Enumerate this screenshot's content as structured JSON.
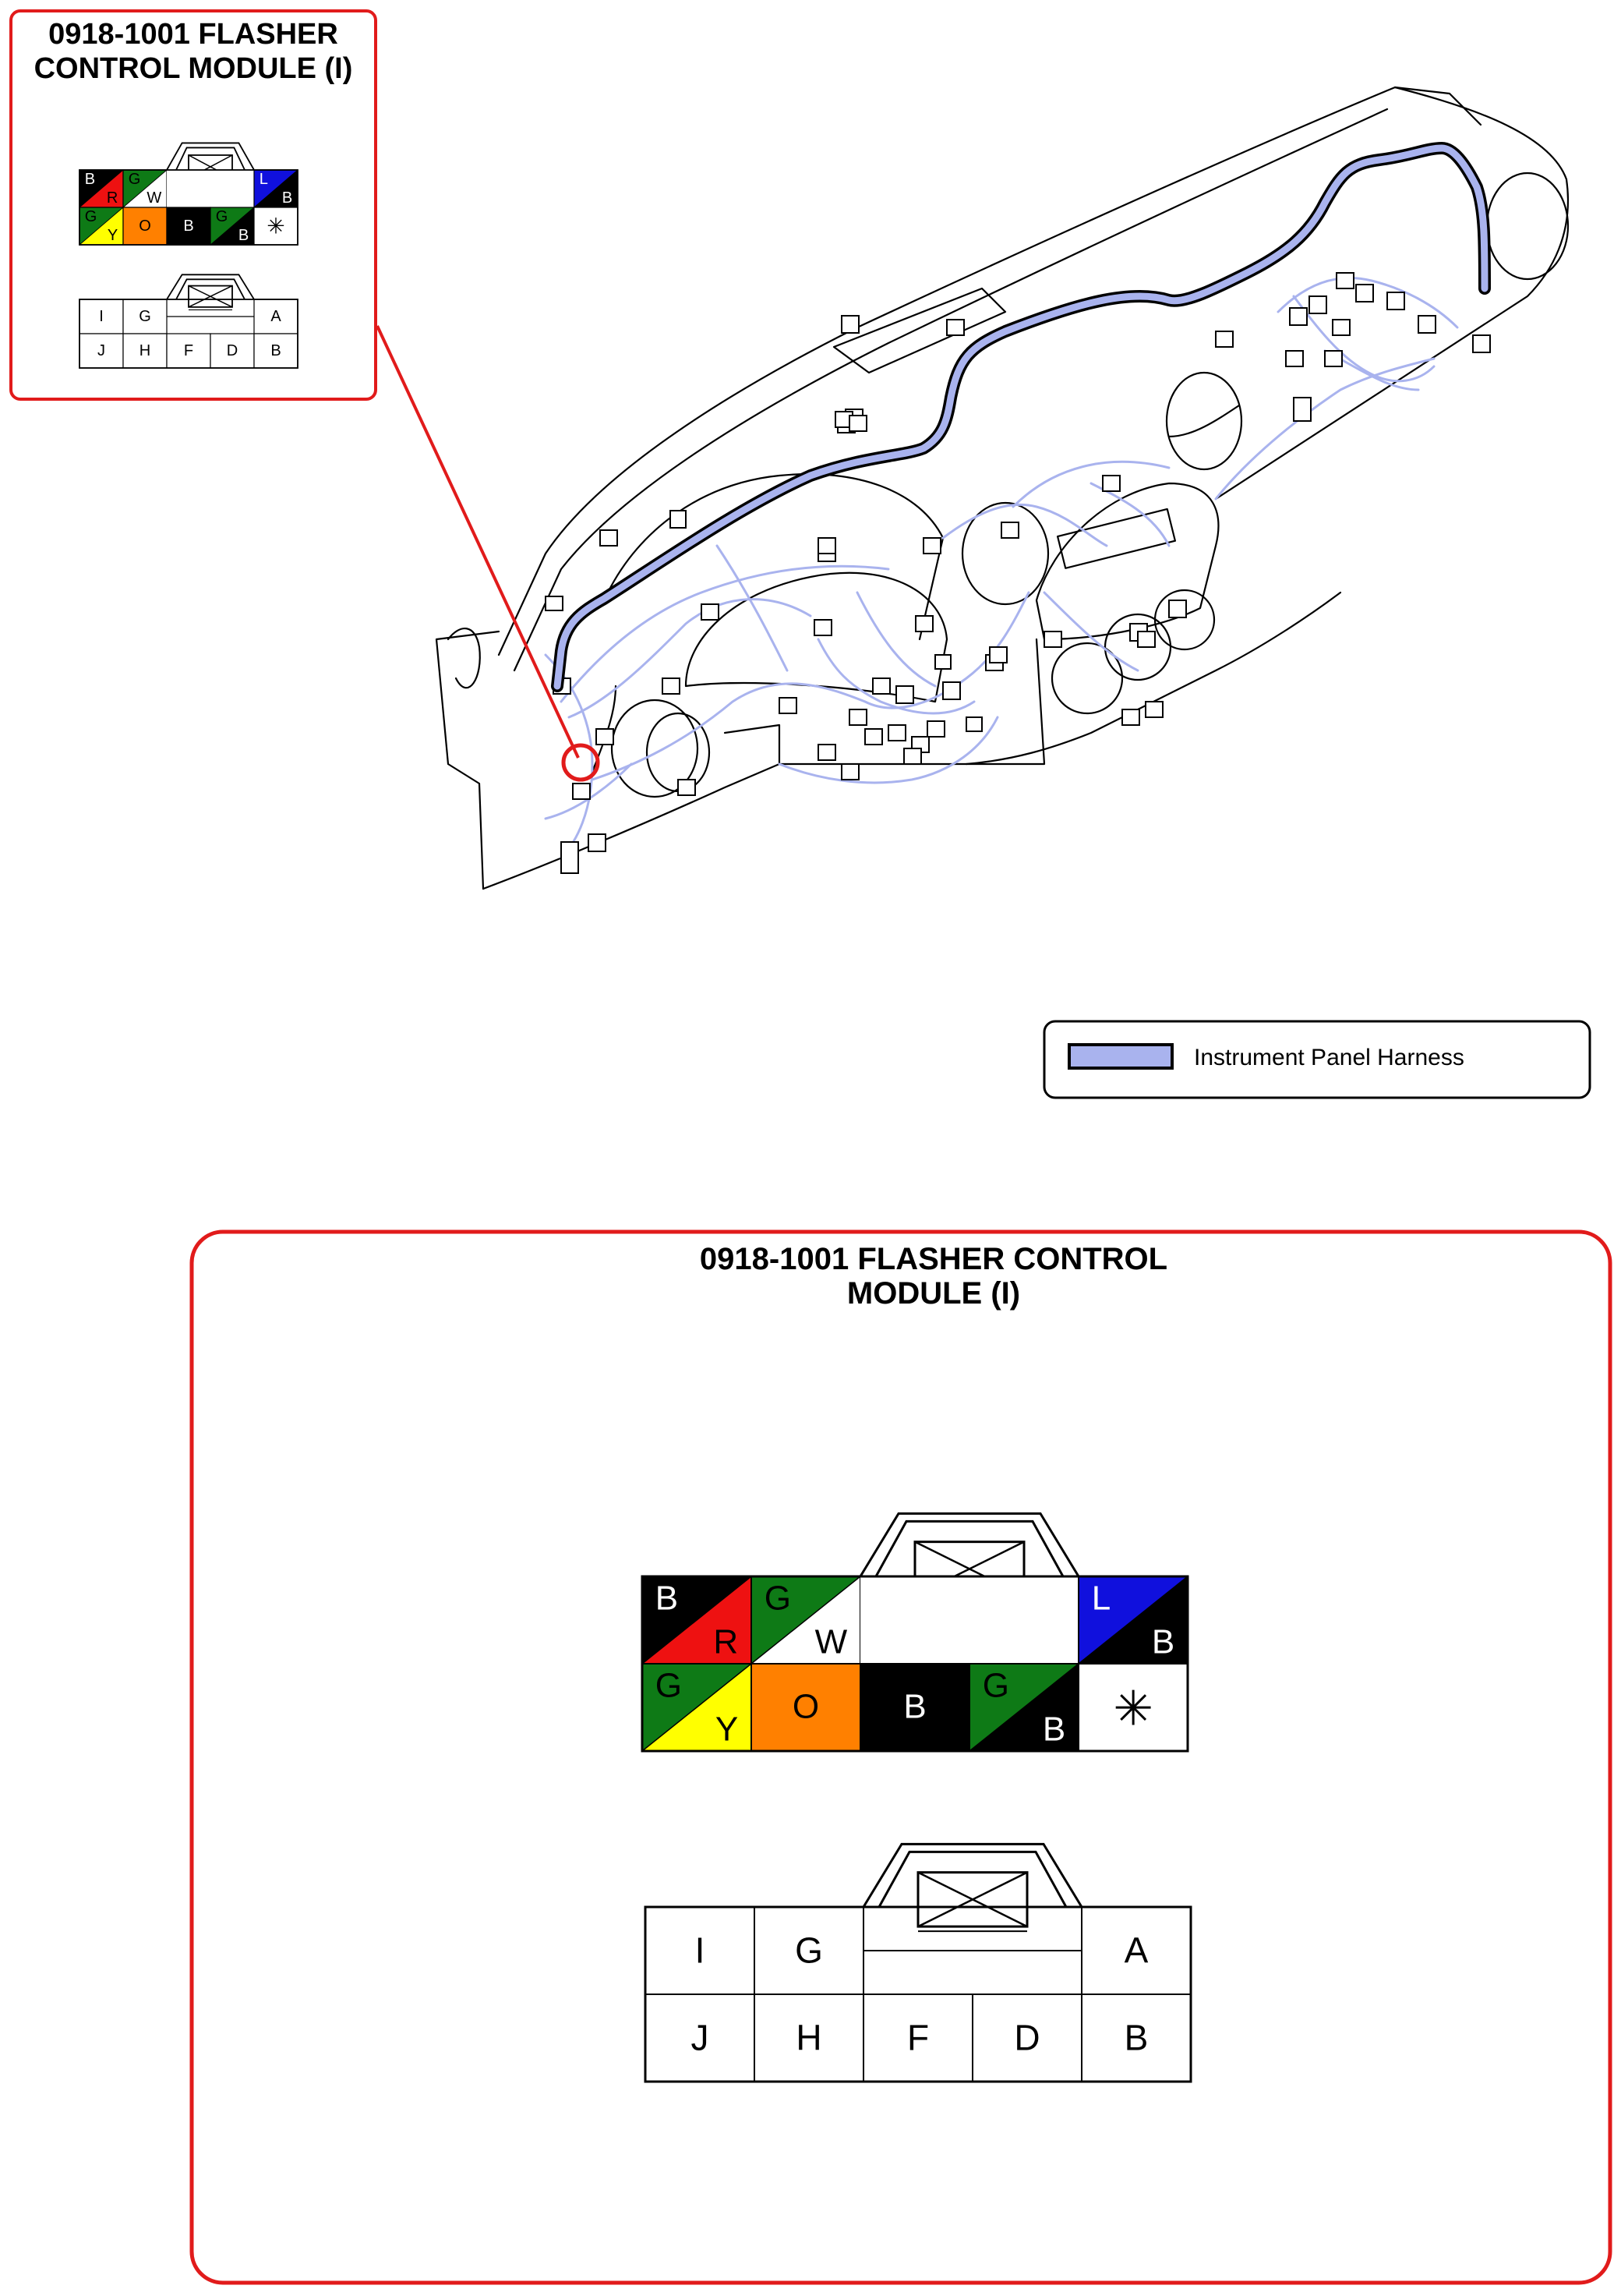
{
  "colors": {
    "callout_border": "#e11b1b",
    "harness": "#a9b3ee",
    "harness_outline": "#000000",
    "wire_color_codes": {
      "B": "#000000",
      "R": "#ee1111",
      "G": "#0e7a16",
      "W": "#ffffff",
      "L": "#1010dd",
      "Y": "#ffff00",
      "O": "#ff8000"
    }
  },
  "small_callout": {
    "title_line1": "0918-1001 FLASHER",
    "title_line2": "CONTROL MODULE (I)"
  },
  "large_callout": {
    "title_line1": "0918-1001 FLASHER CONTROL",
    "title_line2": "MODULE (I)"
  },
  "legend": {
    "label": "Instrument Panel Harness"
  },
  "connector_colors": {
    "top_row": [
      {
        "type": "split",
        "primary": "B",
        "secondary": "R"
      },
      {
        "type": "split",
        "primary": "G",
        "secondary": "W"
      },
      {
        "type": "latch"
      },
      {
        "type": "latch"
      },
      {
        "type": "split",
        "primary": "L",
        "secondary": "B"
      }
    ],
    "bottom_row": [
      {
        "type": "split",
        "primary": "G",
        "secondary": "Y"
      },
      {
        "type": "solid",
        "primary": "O"
      },
      {
        "type": "solid",
        "primary": "B"
      },
      {
        "type": "split",
        "primary": "G",
        "secondary": "B"
      },
      {
        "type": "empty",
        "symbol": "✳"
      }
    ]
  },
  "connector_pins": {
    "top_row": [
      "I",
      "G",
      "",
      "",
      "A"
    ],
    "bottom_row": [
      "J",
      "H",
      "F",
      "D",
      "B"
    ]
  }
}
